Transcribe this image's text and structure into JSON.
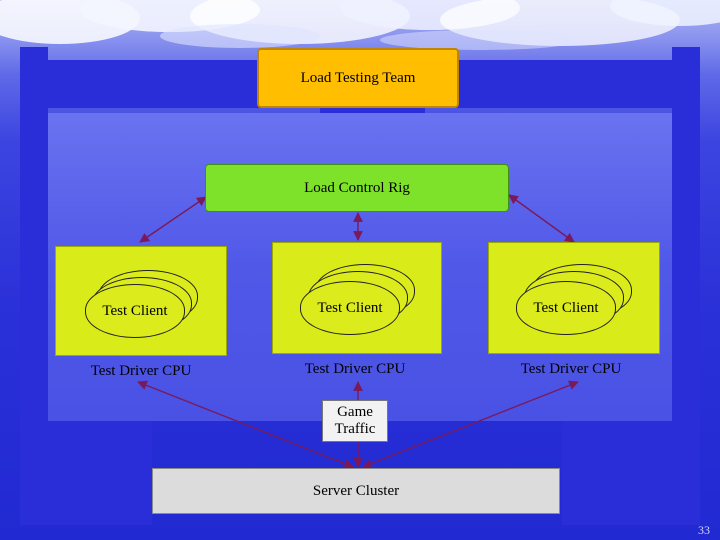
{
  "diagram": {
    "top_box": "Load Testing Team",
    "rig_box": "Load Control Rig",
    "drivers": [
      {
        "client": "Test Client",
        "cpu_label": "Test Driver CPU"
      },
      {
        "client": "Test Client",
        "cpu_label": "Test Driver CPU"
      },
      {
        "client": "Test Client",
        "cpu_label": "Test Driver CPU"
      }
    ],
    "traffic_box": "Game Traffic",
    "server_box": "Server Cluster"
  },
  "slide": {
    "page_number": "33"
  },
  "colors": {
    "team": "#ffbf00",
    "rig": "#7fe22a",
    "driver_panel": "#d9ec1a",
    "server": "#dcdcdc",
    "arrow": "#7a1a5a"
  }
}
